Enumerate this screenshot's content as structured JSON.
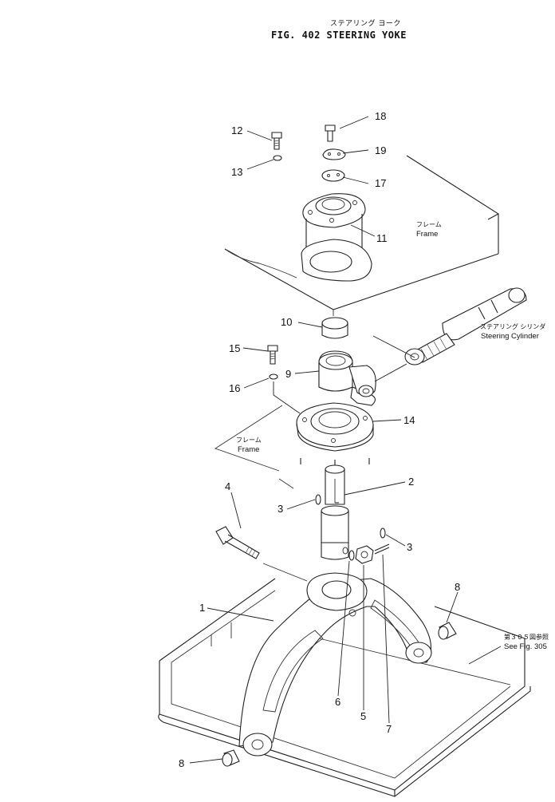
{
  "figure": {
    "title_jp": "ステアリング ヨーク",
    "title_main": "FIG. 402  STEERING YOKE"
  },
  "parts": [
    {
      "id": "p1",
      "label": "1"
    },
    {
      "id": "p2",
      "label": "2"
    },
    {
      "id": "p3a",
      "label": "3"
    },
    {
      "id": "p3b",
      "label": "3"
    },
    {
      "id": "p4",
      "label": "4"
    },
    {
      "id": "p5",
      "label": "5"
    },
    {
      "id": "p6",
      "label": "6"
    },
    {
      "id": "p7",
      "label": "7"
    },
    {
      "id": "p8a",
      "label": "8"
    },
    {
      "id": "p8b",
      "label": "8"
    },
    {
      "id": "p9",
      "label": "9"
    },
    {
      "id": "p10",
      "label": "10"
    },
    {
      "id": "p11",
      "label": "11"
    },
    {
      "id": "p12",
      "label": "12"
    },
    {
      "id": "p13",
      "label": "13"
    },
    {
      "id": "p14",
      "label": "14"
    },
    {
      "id": "p15",
      "label": "15"
    },
    {
      "id": "p16",
      "label": "16"
    },
    {
      "id": "p17",
      "label": "17"
    },
    {
      "id": "p18",
      "label": "18"
    },
    {
      "id": "p19",
      "label": "19"
    }
  ],
  "annotations": {
    "frame_top_jp": "フレーム",
    "frame_top_en": "Frame",
    "frame_mid_jp": "フレーム",
    "frame_mid_en": "Frame",
    "cylinder_jp": "ステアリング シリンダ",
    "cylinder_en": "Steering Cylinder",
    "ref_jp": "第３０５図参照",
    "ref_en": "See Fig. 305"
  }
}
